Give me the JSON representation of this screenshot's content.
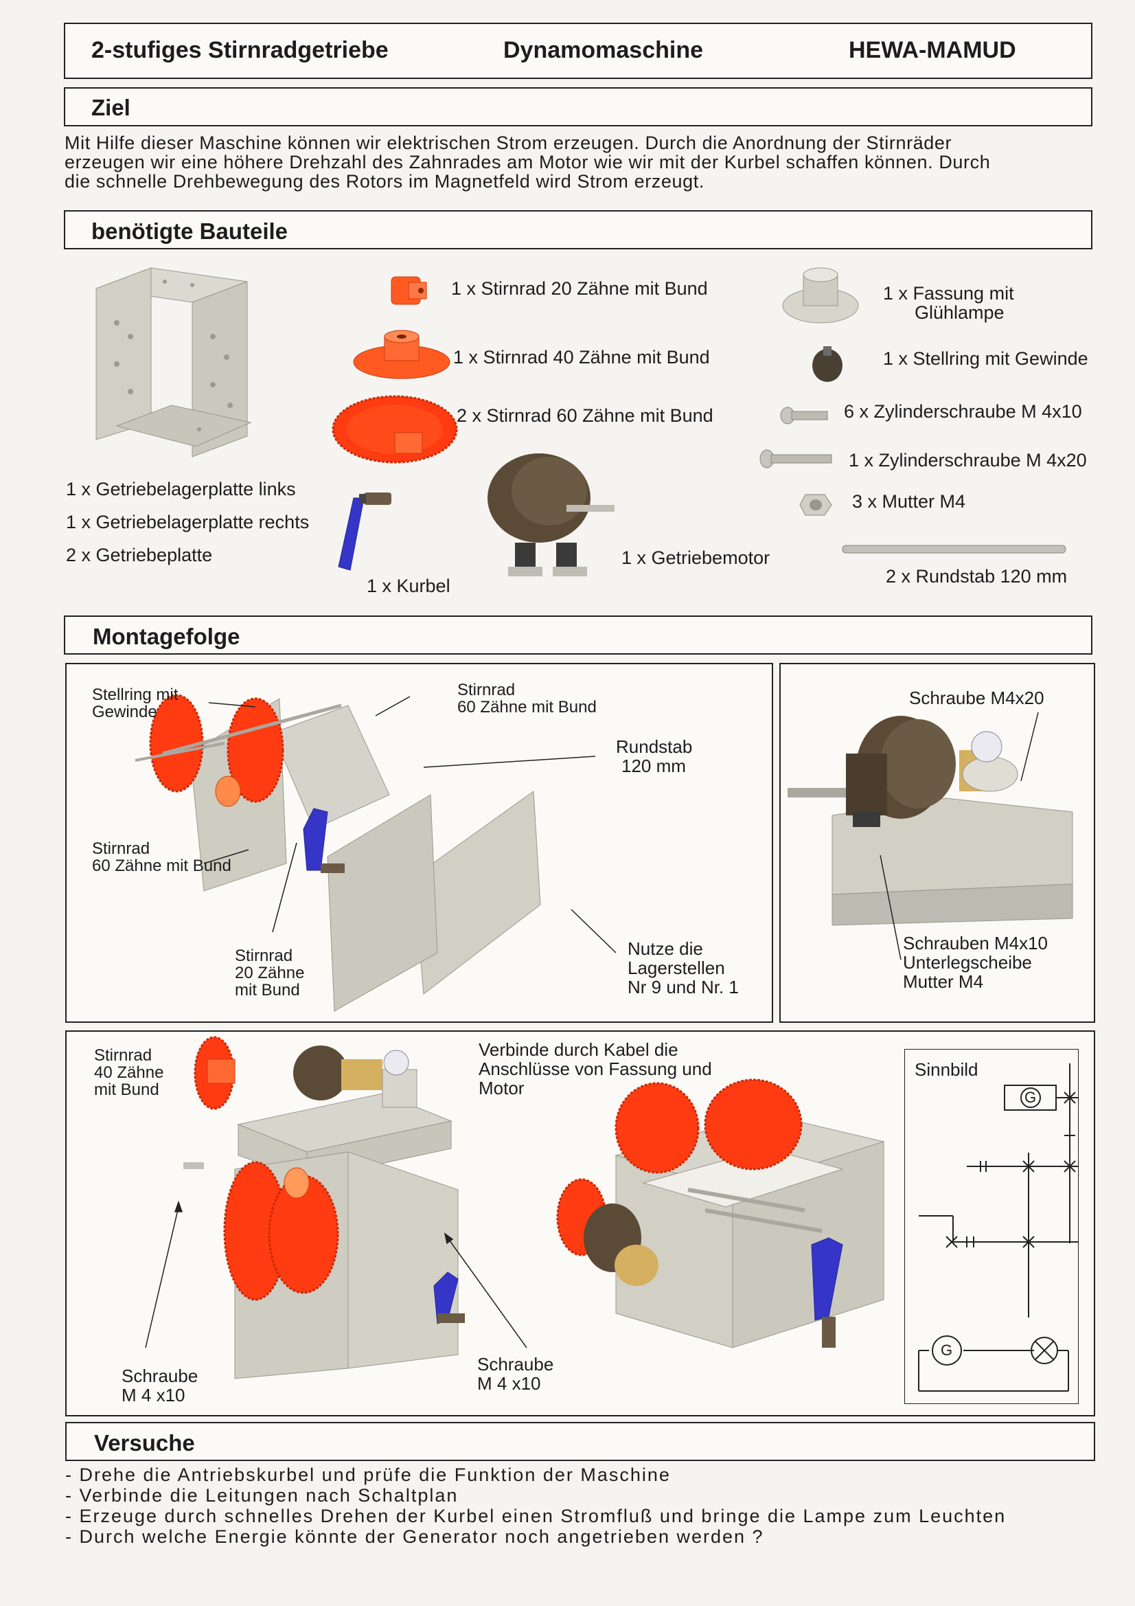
{
  "header": {
    "title_left": "2-stufiges Stirnradgetriebe",
    "title_center": "Dynamomaschine",
    "title_right": "HEWA-MAMUD"
  },
  "ziel": {
    "heading": "Ziel",
    "lines": [
      "Mit Hilfe dieser Maschine können wir elektrischen Strom erzeugen. Durch die Anordnung der Stirnräder",
      "erzeugen wir eine höhere Drehzahl des Zahnrades am Motor wie wir mit der Kurbel schaffen können. Durch",
      "die schnelle Drehbewegung des Rotors im Magnetfeld wird Strom erzeugt."
    ]
  },
  "bauteile": {
    "heading": "benötigte Bauteile",
    "plates": [
      "1 x Getriebelagerplatte links",
      "1 x Getriebelagerplatte rechts",
      "2 x Getriebeplatte"
    ],
    "gear20": "1 x Stirnrad 20 Zähne mit Bund",
    "gear40": "1 x Stirnrad 40 Zähne mit Bund",
    "gear60": "2 x Stirnrad 60 Zähne mit Bund",
    "kurbel": "1 x Kurbel",
    "motor": "1 x Getriebemotor",
    "fassung_line1": "1 x Fassung mit",
    "fassung_line2": "Glühlampe",
    "stellring": "1 x Stellring mit Gewinde",
    "schraube10": "6 x Zylinderschraube M 4x10",
    "schraube20": "1 x Zylinderschraube M 4x20",
    "mutter": "3 x Mutter M4",
    "rundstab": "2 x Rundstab 120 mm"
  },
  "montage": {
    "heading": "Montagefolge",
    "panel1": {
      "stellring_1": "Stellring mit",
      "stellring_2": "Gewinde",
      "gear60a_1": "Stirnrad",
      "gear60a_2": "60 Zähne mit Bund",
      "rundstab_1": "Rundstab",
      "rundstab_2": "120 mm",
      "gear60b_1": "Stirnrad",
      "gear60b_2": "60 Zähne mit Bund",
      "gear20_1": "Stirnrad",
      "gear20_2": "20 Zähne",
      "gear20_3": "mit Bund",
      "lager_1": "Nutze die",
      "lager_2": "Lagerstellen",
      "lager_3": "Nr 9 und Nr. 1"
    },
    "panel2": {
      "schraube_m4x20": "Schraube M4x20",
      "screws_1": "Schrauben M4x10",
      "screws_2": "Unterlegscheibe",
      "screws_3": "Mutter M4"
    },
    "panel3": {
      "gear40_1": "Stirnrad",
      "gear40_2": "40 Zähne",
      "gear40_3": "mit Bund",
      "verbinde_1": "Verbinde durch Kabel die",
      "verbinde_2": "Anschlüsse von Fassung und",
      "verbinde_3": "Motor",
      "schraube_left_1": "Schraube",
      "schraube_left_2": "M 4 x10",
      "schraube_mid_1": "Schraube",
      "schraube_mid_2": "M 4 x10",
      "sinnbild": "Sinnbild",
      "generator_symbol": "G"
    }
  },
  "versuche": {
    "heading": "Versuche",
    "items": [
      "- Drehe die Antriebskurbel und prüfe die Funktion der Maschine",
      "- Verbinde die Leitungen nach Schaltplan",
      "- Erzeuge durch schnelles Drehen der Kurbel einen Stromfluß und bringe die Lampe zum Leuchten",
      "- Durch welche Energie könnte der Generator noch angetrieben werden ?"
    ]
  },
  "colors": {
    "gear_orange": "#ff4a1a",
    "crank_blue": "#3536c8",
    "plate_grey": "#cfccc2",
    "motor_brown": "#5a4a36"
  }
}
